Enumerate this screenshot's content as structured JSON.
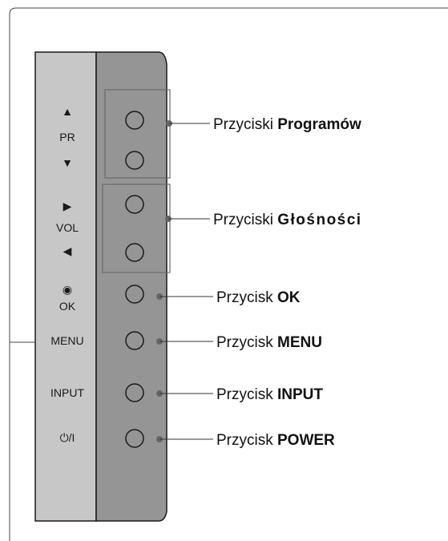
{
  "panel": {
    "labels": {
      "pr": "PR",
      "vol": "VOL",
      "ok": "OK",
      "menu": "MENU",
      "input": "INPUT",
      "power": "⏻/I"
    },
    "glyphs": {
      "up_arrow": "▲",
      "down_arrow": "▼",
      "right_arrow": "▶",
      "left_arrow": "◀",
      "ok_dot": "◉"
    },
    "icons": [
      "up-triangle-icon",
      "down-triangle-icon",
      "right-triangle-icon",
      "left-triangle-icon",
      "ok-dot-icon",
      "power-icon"
    ]
  },
  "callouts": {
    "programs": {
      "prefix": "Przyciski ",
      "bold": "Programów"
    },
    "volume": {
      "prefix": "Przyciski ",
      "bold": "Głośności"
    },
    "ok": {
      "prefix": "Przycisk ",
      "bold": "OK"
    },
    "menu": {
      "prefix": "Przycisk ",
      "bold": "MENU"
    },
    "input": {
      "prefix": "Przycisk ",
      "bold": "INPUT"
    },
    "power": {
      "prefix": "Przycisk ",
      "bold": "POWER"
    }
  },
  "colors": {
    "front_strip": "#c7c7c7",
    "side_body": "#959595",
    "outline": "#1a1a1a",
    "connector_dot": "#666666"
  }
}
